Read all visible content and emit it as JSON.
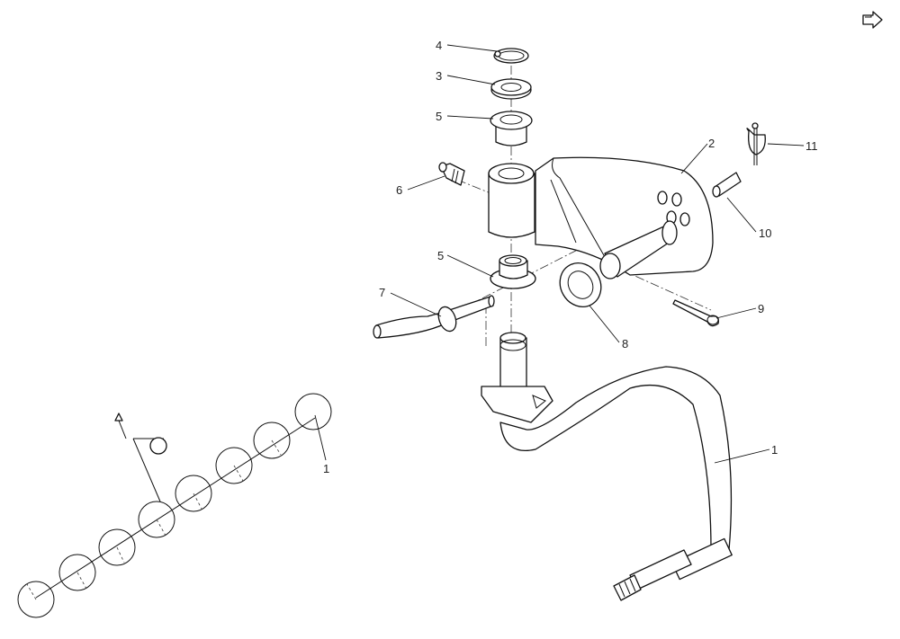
{
  "callouts": [
    {
      "id": "c4",
      "text": "4"
    },
    {
      "id": "c3",
      "text": "3"
    },
    {
      "id": "c5a",
      "text": "5"
    },
    {
      "id": "c2",
      "text": "2"
    },
    {
      "id": "c11",
      "text": "11"
    },
    {
      "id": "c6",
      "text": "6"
    },
    {
      "id": "c10",
      "text": "10"
    },
    {
      "id": "c5b",
      "text": "5"
    },
    {
      "id": "c7",
      "text": "7"
    },
    {
      "id": "c9",
      "text": "9"
    },
    {
      "id": "c8",
      "text": "8"
    },
    {
      "id": "c1",
      "text": "1"
    },
    {
      "id": "c1b",
      "text": "1"
    }
  ],
  "icons": {
    "nav": "next-page-arrow-icon"
  }
}
